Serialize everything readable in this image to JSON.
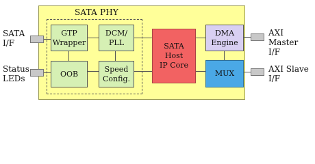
{
  "phy": {
    "title": "SATA PHY"
  },
  "blocks": {
    "gtp": "GTP\nWrapper",
    "dcm": "DCM/\nPLL",
    "oob": "OOB",
    "speed": "Speed\nConfig.",
    "host": "SATA\nHost\nIP Core",
    "dma": "DMA\nEngine",
    "mux": "MUX"
  },
  "external": {
    "sata_if": "SATA\nI/F",
    "status_leds": "Status\nLEDs",
    "axi_master": "AXI Master\nI/F",
    "axi_slave": "AXI Slave\nI/F"
  },
  "colors": {
    "phy_bg": "#ffff99",
    "block_green": "#d6f0b4",
    "block_red": "#f26262",
    "block_lavender": "#d8cff2",
    "block_blue": "#4aa8e6",
    "port_gray": "#c8c8c8"
  }
}
